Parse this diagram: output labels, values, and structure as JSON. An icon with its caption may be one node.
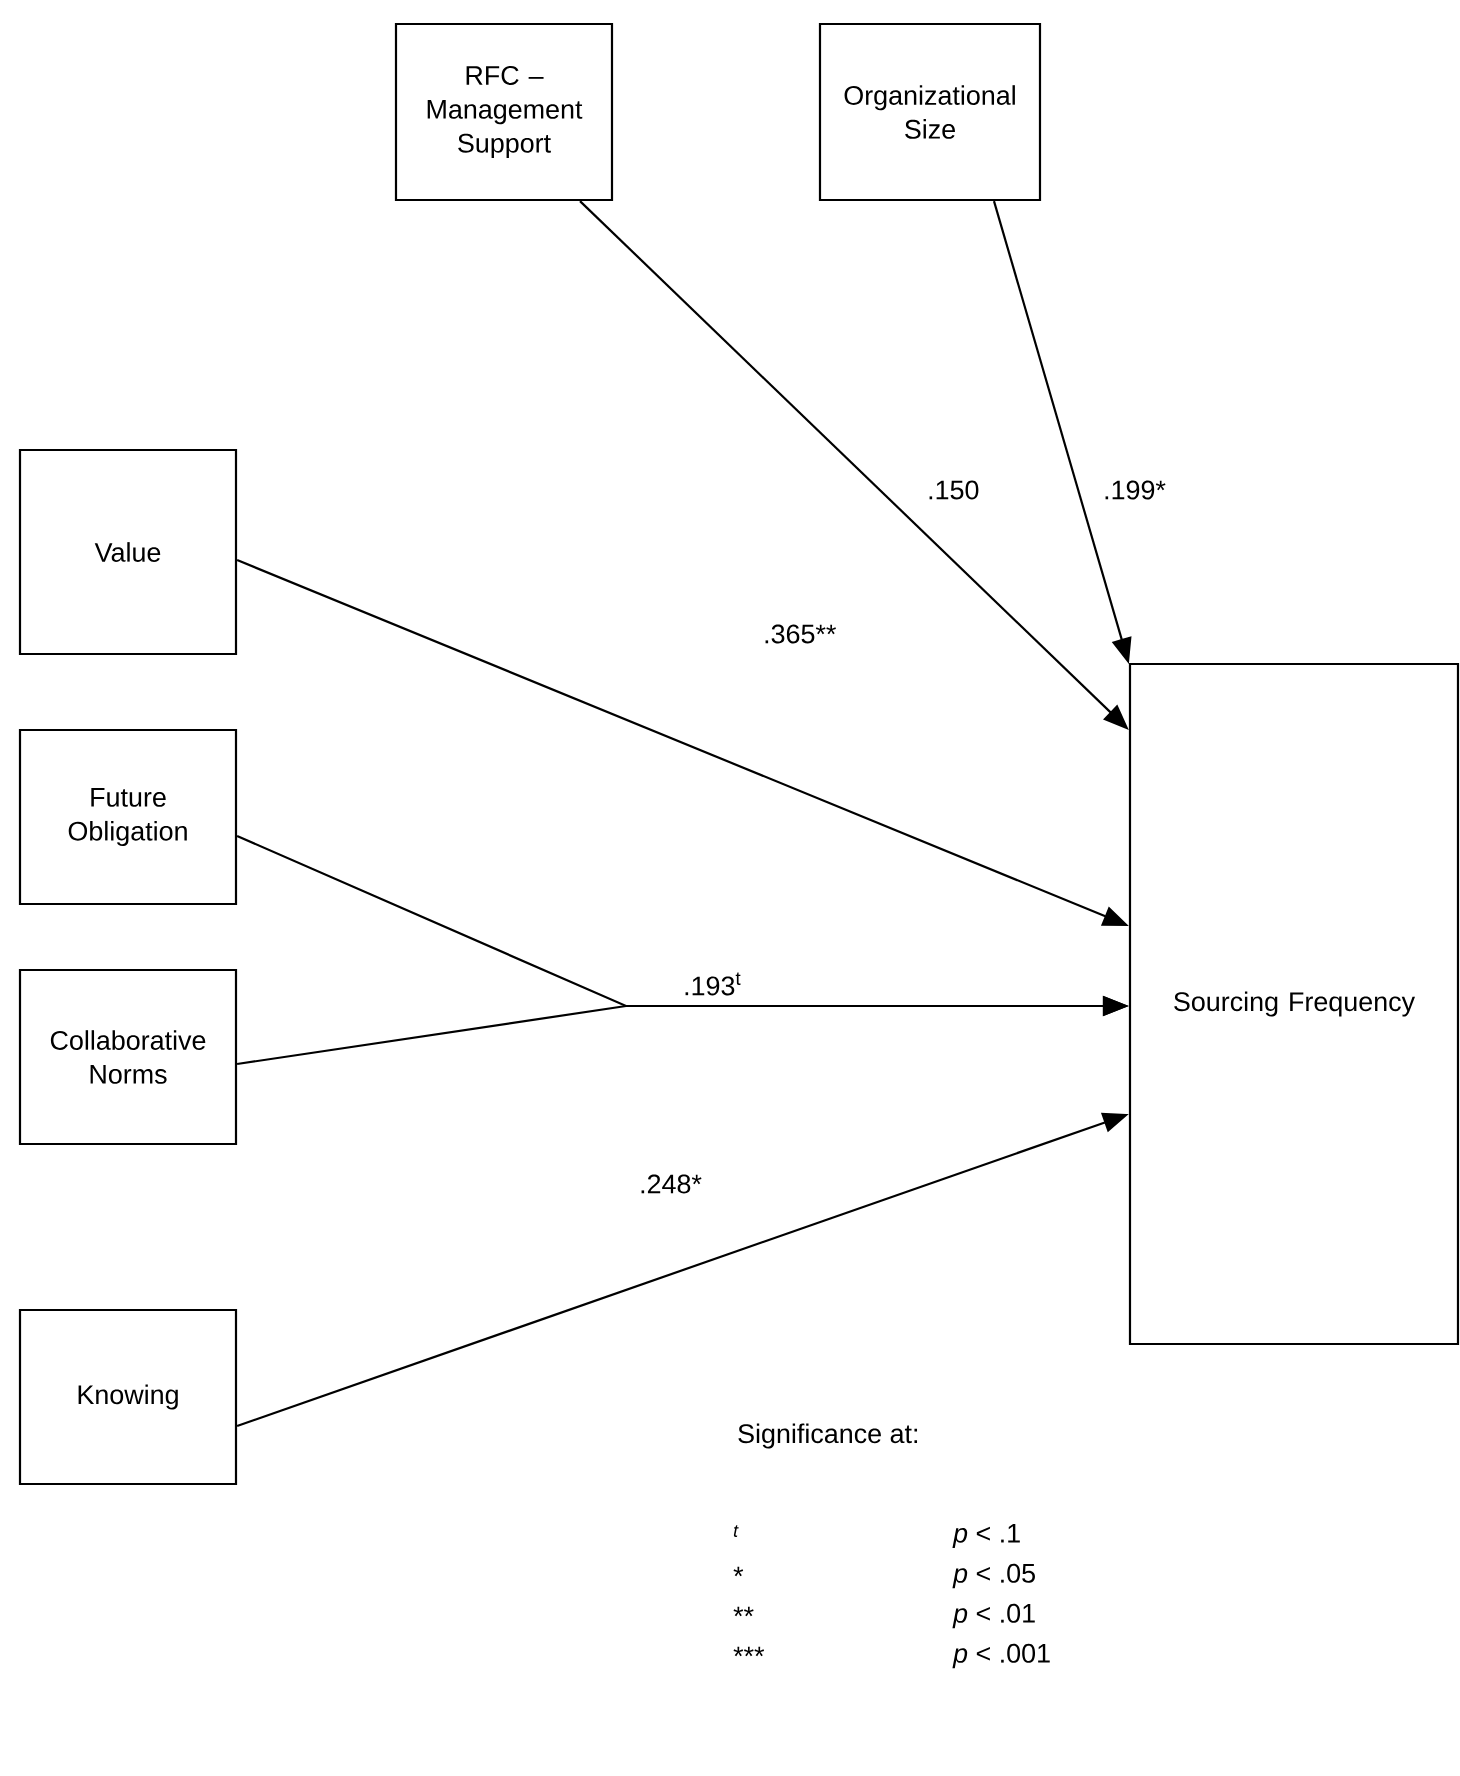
{
  "diagram": {
    "nodes": [
      {
        "text": [
          "RFC – Management Support"
        ]
      },
      {
        "text": [
          "Organizational Size"
        ]
      },
      {
        "text": [
          "Value"
        ]
      },
      {
        "text": [
          "Future Obligation"
        ]
      },
      {
        "text": [
          "Collaborative Norms"
        ]
      },
      {
        "text": [
          "Knowing"
        ]
      },
      {
        "text": [
          "Sourcing Frequency"
        ]
      }
    ],
    "edges": [
      {
        "from": 0,
        "to": 6,
        "arrow": "to",
        "label": ".150"
      },
      {
        "from": 1,
        "to": 6,
        "arrow": "to",
        "label": ".199*"
      },
      {
        "from": 2,
        "to": 6,
        "arrow": "to",
        "label": ".365**"
      },
      {
        "from": 3,
        "to": 6,
        "arrow": "to",
        "label": ".193$^{t}$"
      },
      {
        "from": 4,
        "to": 6,
        "arrow": "to"
      },
      {
        "from": 5,
        "to": 6,
        "arrow": "to",
        "label": ".248*"
      }
    ],
    "labels": [
      "Significance at:",
      "t",
      "*p* < .1",
      "*",
      "*p* < .05",
      "**",
      "*p* < .01",
      "***",
      "*p* < .001"
    ]
  }
}
